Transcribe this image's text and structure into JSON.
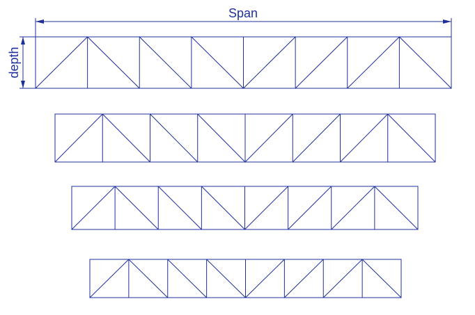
{
  "colors": {
    "line": "#1e2f9c",
    "background": "#ffffff"
  },
  "labels": {
    "span": "Span",
    "depth": "depth"
  },
  "trusses": [
    {
      "panels": 8,
      "diagonals": [
        "down-left",
        "down-right",
        "down-right",
        "down-right",
        "down-left",
        "down-left",
        "down-left",
        "down-right"
      ]
    },
    {
      "panels": 8,
      "diagonals": [
        "down-left",
        "down-right",
        "down-right",
        "down-right",
        "down-left",
        "down-left",
        "down-left",
        "down-right"
      ]
    },
    {
      "panels": 8,
      "diagonals": [
        "down-left",
        "down-right",
        "down-right",
        "down-right",
        "down-left",
        "down-left",
        "down-left",
        "down-right"
      ]
    },
    {
      "panels": 8,
      "diagonals": [
        "down-left",
        "down-right",
        "down-right",
        "down-right",
        "down-left",
        "down-left",
        "down-left",
        "down-right"
      ]
    }
  ]
}
